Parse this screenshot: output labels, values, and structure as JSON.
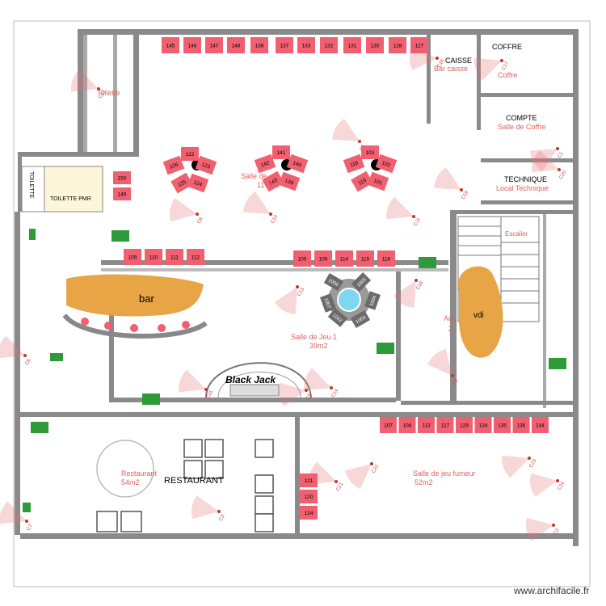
{
  "rooms": {
    "coffre": "COFFRE",
    "caisse": "CAISSE",
    "bar_caisse": "Bar caisse",
    "coffre_red": "Coffre",
    "compte": "COMPTE",
    "salle_coffre": "Salle de Coffre",
    "technique": "TECHNIQUE",
    "local_technique": "Local Technique",
    "toilette_top": "Toilette",
    "toilette_left": "TOILETTE",
    "toilette_pmr": "TOILETTE PMR",
    "salle_main": "Salle de",
    "salle_main_area": "117m2",
    "bar": "bar",
    "black_jack": "Black Jack",
    "salle_jeu1": "Salle de Jeu 1",
    "salle_jeu1_area": "39m2",
    "vdi": "vdi",
    "restaurant_red": "Restaurant",
    "restaurant_area": "54m2",
    "restaurant": "RESTAURANT",
    "salle_fumeur": "Salle de jeu fumeur",
    "salle_fumeur_area": "52m2",
    "escalier": "Escalier",
    "acc": "Acc",
    "acc_area": "2"
  },
  "machines": {
    "top_row": [
      "145",
      "146",
      "147",
      "148",
      "138",
      "137",
      "133",
      "132",
      "131",
      "130",
      "128",
      "127"
    ],
    "left_col": [
      "150",
      "149"
    ],
    "cluster_a": [
      "122",
      "126",
      "123",
      "125",
      "124"
    ],
    "cluster_b": [
      "141",
      "142",
      "140",
      "143",
      "139"
    ],
    "cluster_c": [
      "103",
      "118",
      "102",
      "119",
      "101"
    ],
    "mid_row_left": [
      "109",
      "110",
      "111",
      "112"
    ],
    "mid_row_right": [
      "105",
      "106",
      "114",
      "115",
      "116"
    ],
    "roulette": [
      "1006",
      "1005",
      "1007",
      "1004",
      "1002",
      "1003"
    ],
    "bottom_row": [
      "107",
      "108",
      "113",
      "117",
      "129",
      "134",
      "135",
      "136",
      "144"
    ],
    "fumeur_col": [
      "121",
      "120",
      "124"
    ]
  },
  "cameras": [
    "C16",
    "C17",
    "C1",
    "C20",
    "C19",
    "C10",
    "C11",
    "C13",
    "C14",
    "C15",
    "C5",
    "C21",
    "C22",
    "C23",
    "C24",
    "C18",
    "C3",
    "C2",
    "C6",
    "C7",
    "C8",
    "C9",
    "C12",
    "C4"
  ],
  "colors": {
    "wall": "#8a8a8a",
    "machine": "#f06070",
    "bar": "#e7a545",
    "camera_label": "#d04040",
    "exit": "#2e9a3a",
    "roulette": "#7fd6f0"
  },
  "watermark": "www.archifacile.fr"
}
